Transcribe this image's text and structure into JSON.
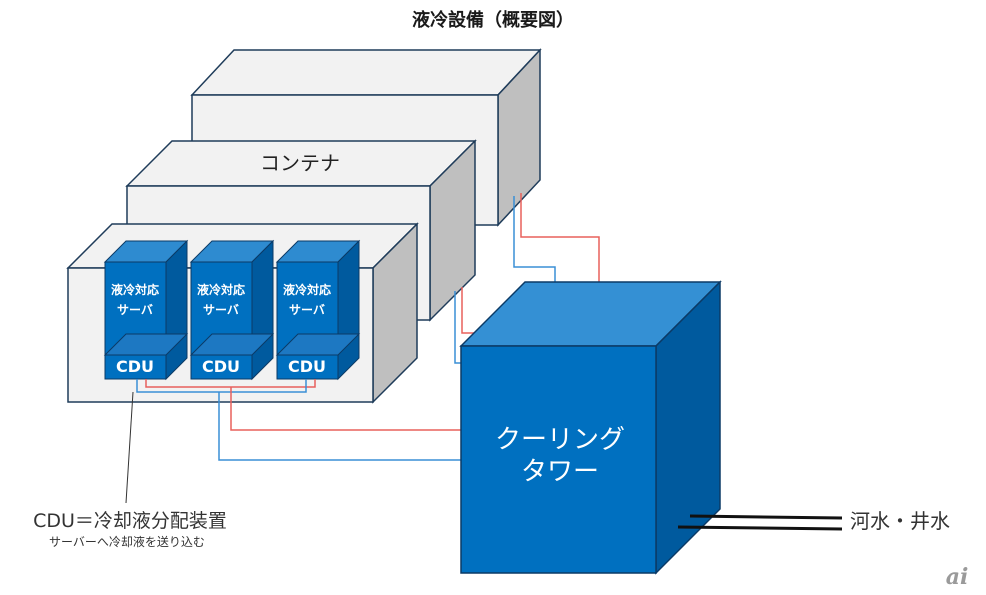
{
  "title": "液冷設備（概要図）",
  "container": {
    "label": "コンテナ"
  },
  "servers": [
    {
      "label_line1": "液冷対応",
      "label_line2": "サーバ",
      "cdu_label": "CDU"
    },
    {
      "label_line1": "液冷対応",
      "label_line2": "サーバ",
      "cdu_label": "CDU"
    },
    {
      "label_line1": "液冷対応",
      "label_line2": "サーバ",
      "cdu_label": "CDU"
    }
  ],
  "cooling_tower": {
    "label_line1": "クーリング",
    "label_line2": "タワー"
  },
  "water_source": {
    "label": "河水・井水"
  },
  "legend": {
    "main": "CDU＝冷却液分配装置",
    "sub": "サーバーへ冷却液を送り込む"
  },
  "logo": {
    "text": "ai"
  },
  "colors": {
    "container_front": "#f2f2f2",
    "container_side": "#bfbfbf",
    "container_edge": "#1f3c5a",
    "server_front": "#0070c0",
    "server_top": "#2e8bd0",
    "server_side": "#005a9e",
    "pipe_hot": "#e8605c",
    "pipe_cold": "#3a8fd6"
  }
}
